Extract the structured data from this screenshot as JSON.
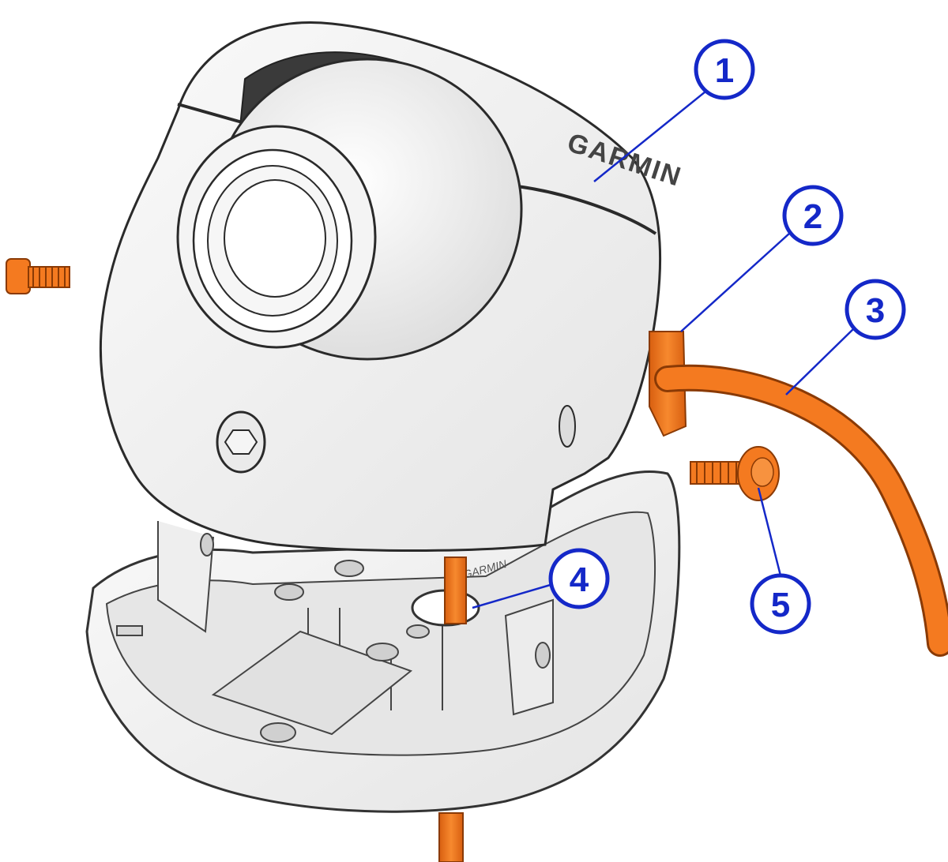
{
  "diagram": {
    "brand_text": "GARMIN",
    "base_mark_text": "GARMIN",
    "colors": {
      "callout": "#1428c8",
      "orange_part": "#f47a20",
      "housing": "#f2f2f2",
      "outline": "#333333"
    },
    "callouts": [
      {
        "number": "1",
        "target": "camera-housing"
      },
      {
        "number": "2",
        "target": "cable-grommet"
      },
      {
        "number": "3",
        "target": "cable"
      },
      {
        "number": "4",
        "target": "base-cable-hole"
      },
      {
        "number": "5",
        "target": "mounting-screw"
      }
    ]
  }
}
